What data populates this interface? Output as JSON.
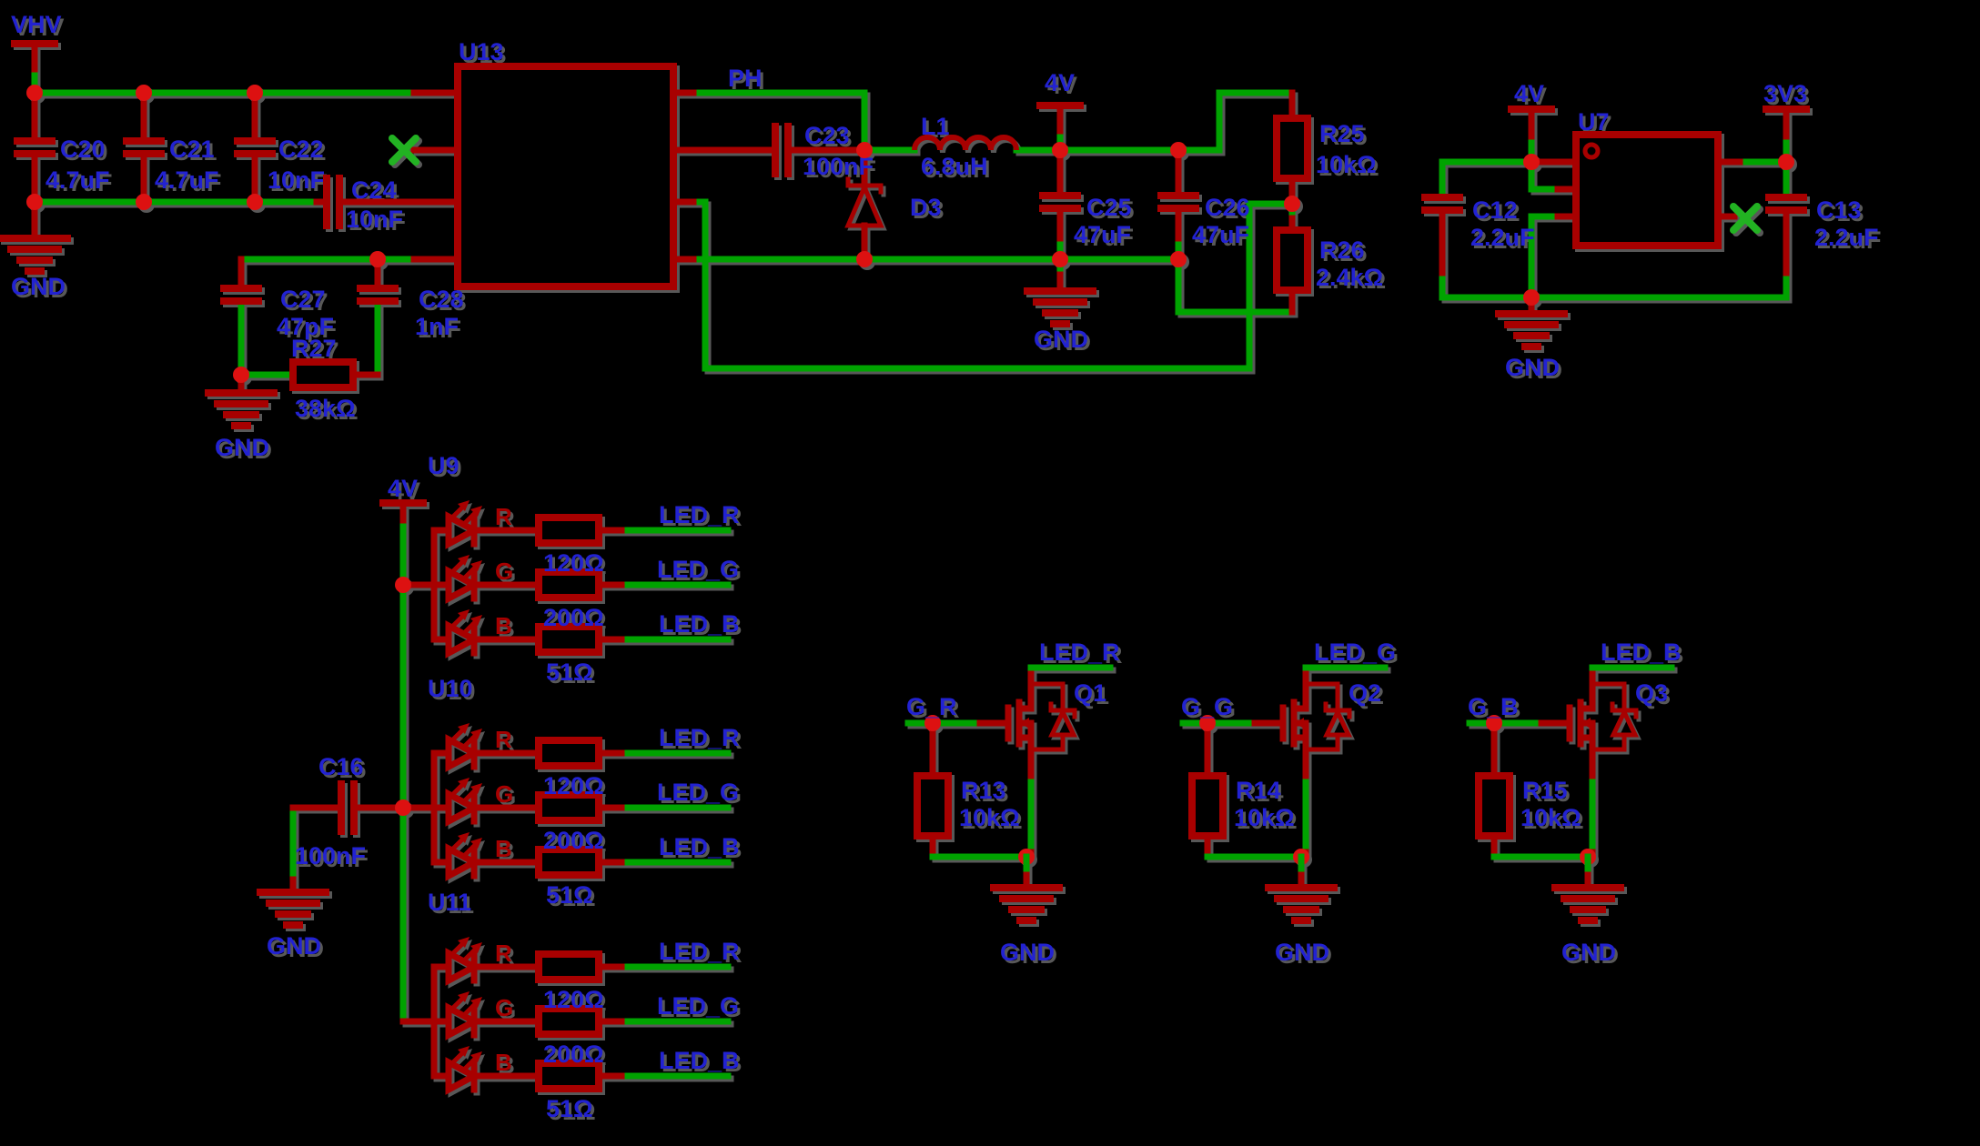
{
  "colors": {
    "background": "#000000",
    "wire": "#00a300",
    "wire_shadow": "#585858",
    "symbol": "#a80000",
    "junction": "#dd1111",
    "label": "#2222d2",
    "noconnect": "#22b222"
  },
  "power": {
    "vhv": "VHV",
    "gnd": "GND",
    "v4": "4V",
    "v3v3": "3V3"
  },
  "nets": {
    "ph": "PH",
    "led_r": "LED_R",
    "led_g": "LED_G",
    "led_b": "LED_B",
    "g_r": "G_R",
    "g_g": "G_G",
    "g_b": "G_B"
  },
  "buck": {
    "ic": "U13",
    "c20": {
      "ref": "C20",
      "value": "4.7uF"
    },
    "c21": {
      "ref": "C21",
      "value": "4.7uF"
    },
    "c22": {
      "ref": "C22",
      "value": "10nF"
    },
    "c24": {
      "ref": "C24",
      "value": "10nF"
    },
    "c23": {
      "ref": "C23",
      "value": "100nF"
    },
    "l1": {
      "ref": "L1",
      "value": "6.8uH"
    },
    "d3": {
      "ref": "D3"
    },
    "c25": {
      "ref": "C25",
      "value": "47uF"
    },
    "c26": {
      "ref": "C26",
      "value": "47uF"
    },
    "r25": {
      "ref": "R25",
      "value": "10kΩ"
    },
    "r26": {
      "ref": "R26",
      "value": "2.4kΩ"
    },
    "c27": {
      "ref": "C27",
      "value": "47pF"
    },
    "c28": {
      "ref": "C28",
      "value": "1nF"
    },
    "r27": {
      "ref": "R27",
      "value": "38kΩ"
    }
  },
  "ldo": {
    "ic": "U7",
    "c12": {
      "ref": "C12",
      "value": "2.2uF"
    },
    "c13": {
      "ref": "C13",
      "value": "2.2uF"
    }
  },
  "led_drivers": {
    "u9": "U9",
    "u10": "U10",
    "u11": "U11",
    "channel_letters": {
      "r": "R",
      "g": "G",
      "b": "B"
    },
    "resistors": {
      "r": "120Ω",
      "g": "200Ω",
      "b": "51Ω"
    },
    "c16": {
      "ref": "C16",
      "value": "100nF"
    }
  },
  "fets": {
    "q1": {
      "ref": "Q1",
      "pulldown_ref": "R13",
      "pulldown_value": "10kΩ"
    },
    "q2": {
      "ref": "Q2",
      "pulldown_ref": "R14",
      "pulldown_value": "10kΩ"
    },
    "q3": {
      "ref": "Q3",
      "pulldown_ref": "R15",
      "pulldown_value": "10kΩ"
    }
  }
}
